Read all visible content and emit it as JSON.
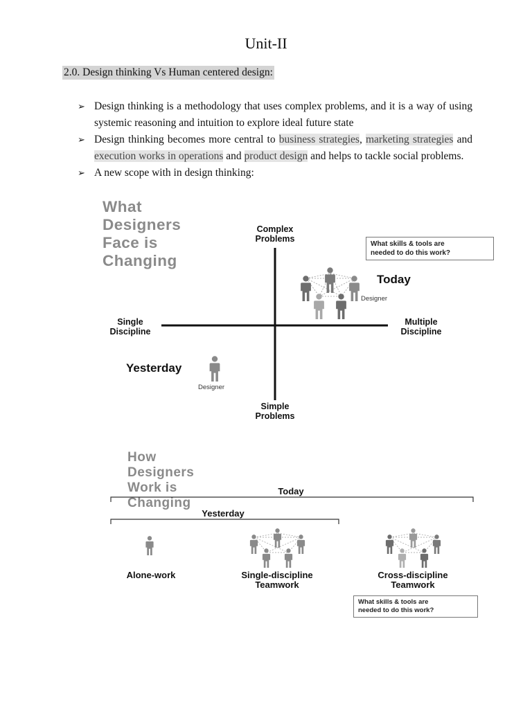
{
  "page": {
    "title": "Unit-II",
    "section_heading": "2.0. Design thinking Vs Human centered design:"
  },
  "bullets": {
    "b1": "Design thinking is a methodology that uses complex problems, and it is a way of using systemic reasoning and intuition to explore ideal future state",
    "b2_pre": "Design thinking becomes more central to ",
    "b2_hl1": "business strategies",
    "b2_sep": ", ",
    "b2_hl2": "marketing strategies",
    "b2_and1": " and ",
    "b2_hl3": "execution works in operations",
    "b2_and2": " and ",
    "b2_hl4": "product design",
    "b2_post": " and helps to tackle social problems.",
    "b3": "A new scope with in design thinking:"
  },
  "figure1": {
    "title": "What Designers Face is Changing",
    "top_label_1": "Complex",
    "top_label_2": "Problems",
    "bottom_label_1": "Simple",
    "bottom_label_2": "Problems",
    "left_label_1": "Single",
    "left_label_2": "Discipline",
    "right_label_1": "Multiple",
    "right_label_2": "Discipline",
    "question_1": "What skills & tools are",
    "question_2": "needed to do this work?",
    "today": "Today",
    "yesterday": "Yesterday",
    "designer_today": "Designer",
    "designer_yesterday": "Designer"
  },
  "figure2": {
    "title": "How Designers Work is Changing",
    "today": "Today",
    "yesterday": "Yesterday",
    "alone_1": "Alone-work",
    "single_1": "Single-discipline",
    "single_2": "Teamwork",
    "cross_1": "Cross-discipline",
    "cross_2": "Teamwork",
    "question_1": "What skills & tools are",
    "question_2": "needed to do this work?"
  },
  "colors": {
    "heading_highlight": "#d4d4d4",
    "text_highlight": "#e4e4e4",
    "figure_title_gray": "#8a8a8a",
    "person_dark": "#6d6d6d",
    "person_light": "#a8a8a8"
  },
  "icons": {
    "bullet": "arrowhead-bullet-icon",
    "person": "person-icon"
  }
}
